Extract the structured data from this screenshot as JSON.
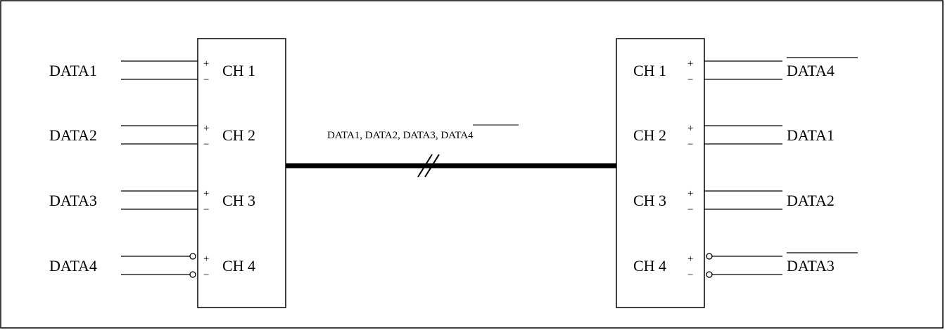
{
  "diagram": {
    "left_inputs": [
      {
        "signal": "DATA1",
        "inverted": false,
        "channel": "CH 1"
      },
      {
        "signal": "DATA2",
        "inverted": false,
        "channel": "CH 2"
      },
      {
        "signal": "DATA3",
        "inverted": false,
        "channel": "CH 3"
      },
      {
        "signal": "DATA4",
        "inverted": true,
        "channel": "CH 4"
      }
    ],
    "right_outputs": [
      {
        "signal": "DATA4",
        "overbar": true,
        "inverted": false,
        "channel": "CH 1"
      },
      {
        "signal": "DATA1",
        "overbar": false,
        "inverted": false,
        "channel": "CH 2"
      },
      {
        "signal": "DATA2",
        "overbar": false,
        "inverted": false,
        "channel": "CH 3"
      },
      {
        "signal": "DATA3",
        "overbar": true,
        "inverted": true,
        "channel": "CH 4"
      }
    ],
    "plus_sign": "+",
    "minus_sign": "−",
    "bus_label": "DATA1, DATA2, DATA3, ",
    "bus_label_inverted": "DATA4"
  }
}
